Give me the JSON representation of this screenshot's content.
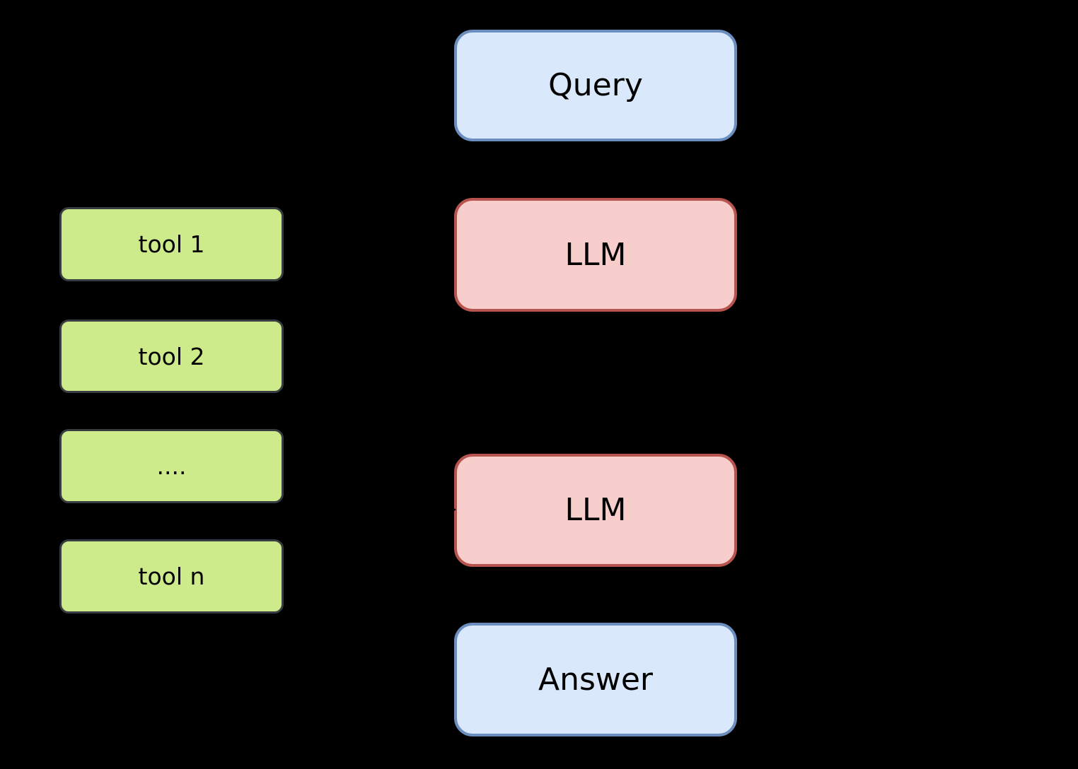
{
  "diagram": {
    "background_color": "#000000",
    "colors": {
      "io_fill": "#dae8fc",
      "io_border": "#6c8ebf",
      "llm_fill": "#f8cecc",
      "llm_border": "#b85450",
      "tool_fill": "#cdeb8b",
      "tool_border": "#383d42",
      "text": "#000000",
      "connector": "#000000"
    },
    "flow_nodes": {
      "query": {
        "label": "Query"
      },
      "llm_top": {
        "label": "LLM"
      },
      "llm_bottom": {
        "label": "LLM"
      },
      "answer": {
        "label": "Answer"
      }
    },
    "tool_nodes": {
      "tool_1": {
        "label": "tool 1"
      },
      "tool_2": {
        "label": "tool 2"
      },
      "tool_ellipsis": {
        "label": "...."
      },
      "tool_n": {
        "label": "tool n"
      }
    }
  }
}
